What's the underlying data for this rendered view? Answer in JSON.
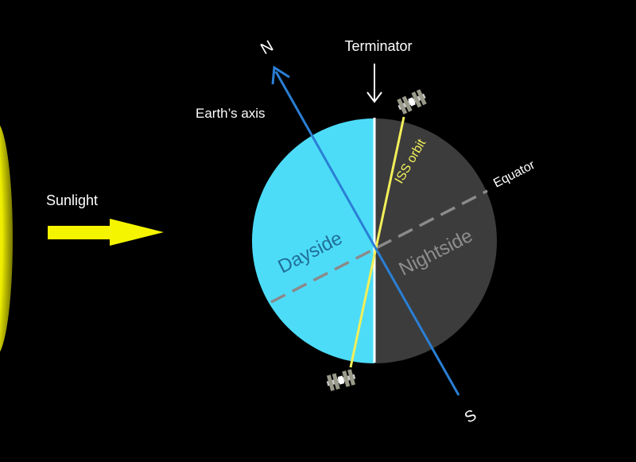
{
  "labels": {
    "north": "N",
    "south": "S",
    "terminator": "Terminator",
    "earth_axis": "Earth’s axis",
    "sunlight": "Sunlight",
    "iss_orbit": "ISS orbit",
    "equator": "Equator",
    "dayside": "Dayside",
    "nightside": "Nightside"
  },
  "colors": {
    "background": "#000000",
    "dayside": "#4ddcf8",
    "nightside": "#3c3c3c",
    "axis": "#2a7fd4",
    "iss_orbit": "#f2ef5a",
    "sunlight": "#f5f500",
    "equator": "#8a8a8a",
    "dayside_text": "#1f6f98",
    "nightside_text": "#8e8e8e",
    "label_text": "#ffffff",
    "iss_label": "#f2ef5a"
  }
}
